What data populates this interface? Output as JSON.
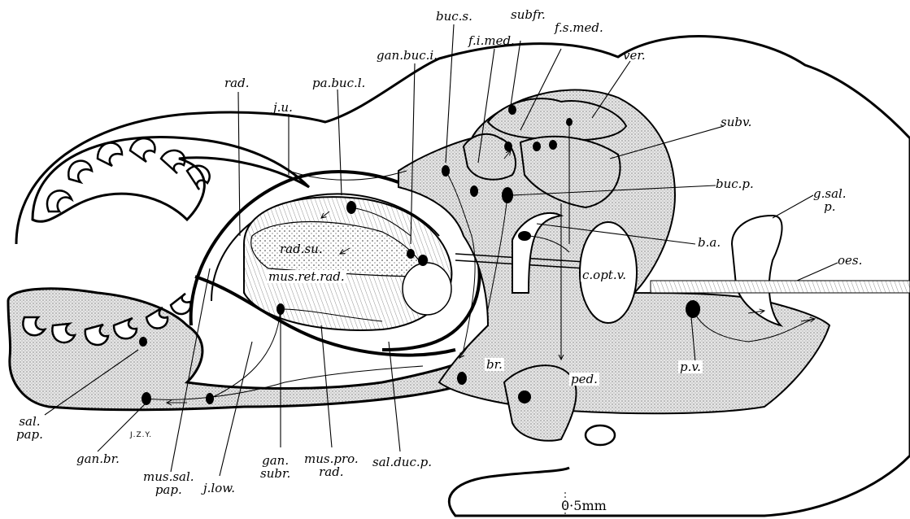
{
  "labels": {
    "buc_s": "buc.s.",
    "subfr": "subfr.",
    "f_s_med": "f.s.med.",
    "f_i_med": "f.i.med.",
    "gan_buc_i": "gan.buc.i.",
    "ver": "ver.",
    "rad": "rad.",
    "pa_buc_l": "pa.buc.l.",
    "j_u": "j.u.",
    "subv": "subv.",
    "buc_p": "buc.p.",
    "g_sal": "g.sal.",
    "g_sal_p": "p.",
    "b_a": "b.a.",
    "rad_su": "rad.su.",
    "oes": "oes.",
    "mus_ret_rad": "mus.ret.rad.",
    "c_opt_v": "c.opt.v.",
    "br": "br.",
    "ped": "ped.",
    "p_v": "p.v.",
    "sal": "sal.",
    "pap": "pap.",
    "gan_br": "gan.br.",
    "mus_sal": "mus.sal.",
    "mus_sal_pap": "pap.",
    "j_low": "j.low.",
    "gan": "gan.",
    "subr": "subr.",
    "mus_pro": "mus.pro.",
    "mus_pro_rad": "rad.",
    "sal_duc_p": "sal.duc.p."
  },
  "initials": "J.Z.Y.",
  "scale_bar": "0·5mm"
}
